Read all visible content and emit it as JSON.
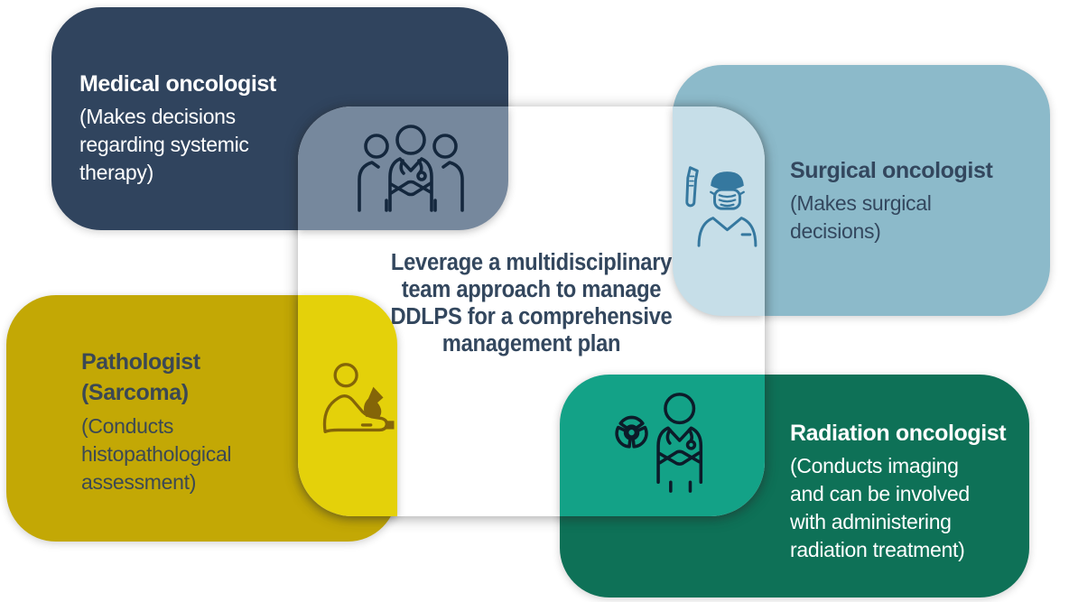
{
  "center_card": {
    "message": "Leverage a multidisciplinary team approach to manage DDLPS for a comprehensive management plan",
    "message_lines": [
      "Leverage a multidisciplinary",
      "team approach to manage",
      "DDLPS for a comprehensive",
      "management plan"
    ],
    "colors": {
      "background": "#FFFFFF",
      "text": "#33475E"
    }
  },
  "cards": [
    {
      "name": "medical-oncologist",
      "title_lines": [
        "Medical oncologist"
      ],
      "description_lines": [
        "(Makes decisions",
        "regarding systemic",
        "therapy)"
      ],
      "icon": "care-team-icon",
      "colors": {
        "card": "#30445E",
        "icon_tile": "#76889D",
        "icon_stroke": "#14273D",
        "text": "#FFFFFF"
      }
    },
    {
      "name": "surgical-oncologist",
      "title_lines": [
        "Surgical oncologist"
      ],
      "description_lines": [
        "(Makes surgical",
        "decisions)"
      ],
      "icon": "surgeon-icon",
      "colors": {
        "card": "#8CBACA",
        "icon_tile": "#C6DEE8",
        "icon_stroke": "#35789F",
        "text": "#33475E"
      }
    },
    {
      "name": "pathologist-sarcoma",
      "title_lines": [
        "Pathologist",
        "(Sarcoma)"
      ],
      "description_lines": [
        "(Conducts",
        "histopathological",
        "assessment)"
      ],
      "icon": "pathologist-microscope-icon",
      "colors": {
        "card": "#C3A805",
        "icon_tile": "#E4D10A",
        "icon_stroke": "#846508",
        "text": "#3B4854"
      }
    },
    {
      "name": "radiation-oncologist",
      "title_lines": [
        "Radiation oncologist"
      ],
      "description_lines": [
        "(Conducts imaging",
        "and can be involved",
        "with administering",
        "radiation treatment)"
      ],
      "icon": "radiation-doctor-icon",
      "colors": {
        "card": "#0E7157",
        "icon_tile": "#13A287",
        "icon_stroke": "#0C1B29",
        "text": "#FFFFFF"
      }
    }
  ]
}
